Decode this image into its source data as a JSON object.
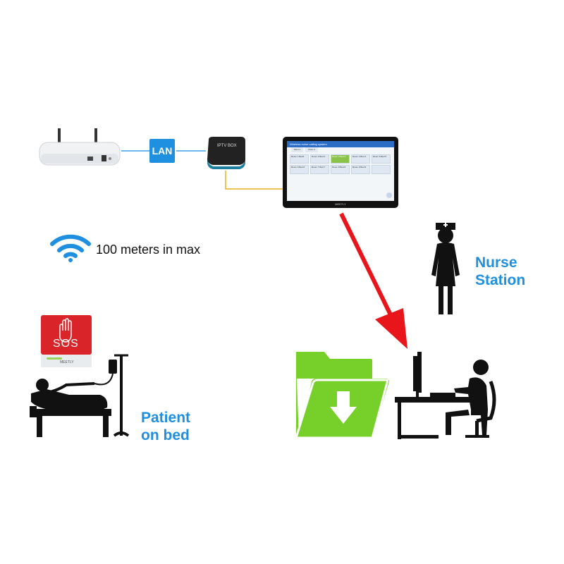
{
  "network": {
    "lan_label": "LAN",
    "iptv_label": "IPTV BOX",
    "range_text": "100 meters in max"
  },
  "tablet": {
    "title": "Wireless nurse calling system",
    "tabs": [
      "Floor 1",
      "Floor 2"
    ],
    "cells": [
      "Room 1 Bed1",
      "Room 2 Bed 2",
      "Room 3 Bed 3",
      "Room 4 Bed 4",
      "Room 5 Bed 5",
      "Room 6 Bed 6",
      "Room 7 Bed 7",
      "Room 8 Bed 8",
      "Room 9 Bed 9",
      ""
    ],
    "active_cell": 2,
    "brand": "MEETLY"
  },
  "sos": {
    "label": "SOS",
    "brand": "MEETLY"
  },
  "labels": {
    "nurse_line1": "Nurse",
    "nurse_line2": "Station",
    "patient_line1": "Patient",
    "patient_line2": "on bed"
  },
  "colors": {
    "blue_label": "#1f8fe0",
    "arrow": "#e8151b",
    "folder_green": "#77d02a",
    "cable": "#e8b01c",
    "sos_red": "#d9252a"
  },
  "icons": [
    "router-icon",
    "iptv-box-icon",
    "tablet-icon",
    "wifi-icon",
    "sos-button-icon",
    "nurse-icon",
    "patient-bed-icon",
    "iv-drip-icon",
    "download-folder-icon",
    "desk-computer-icon",
    "red-arrow-icon"
  ]
}
